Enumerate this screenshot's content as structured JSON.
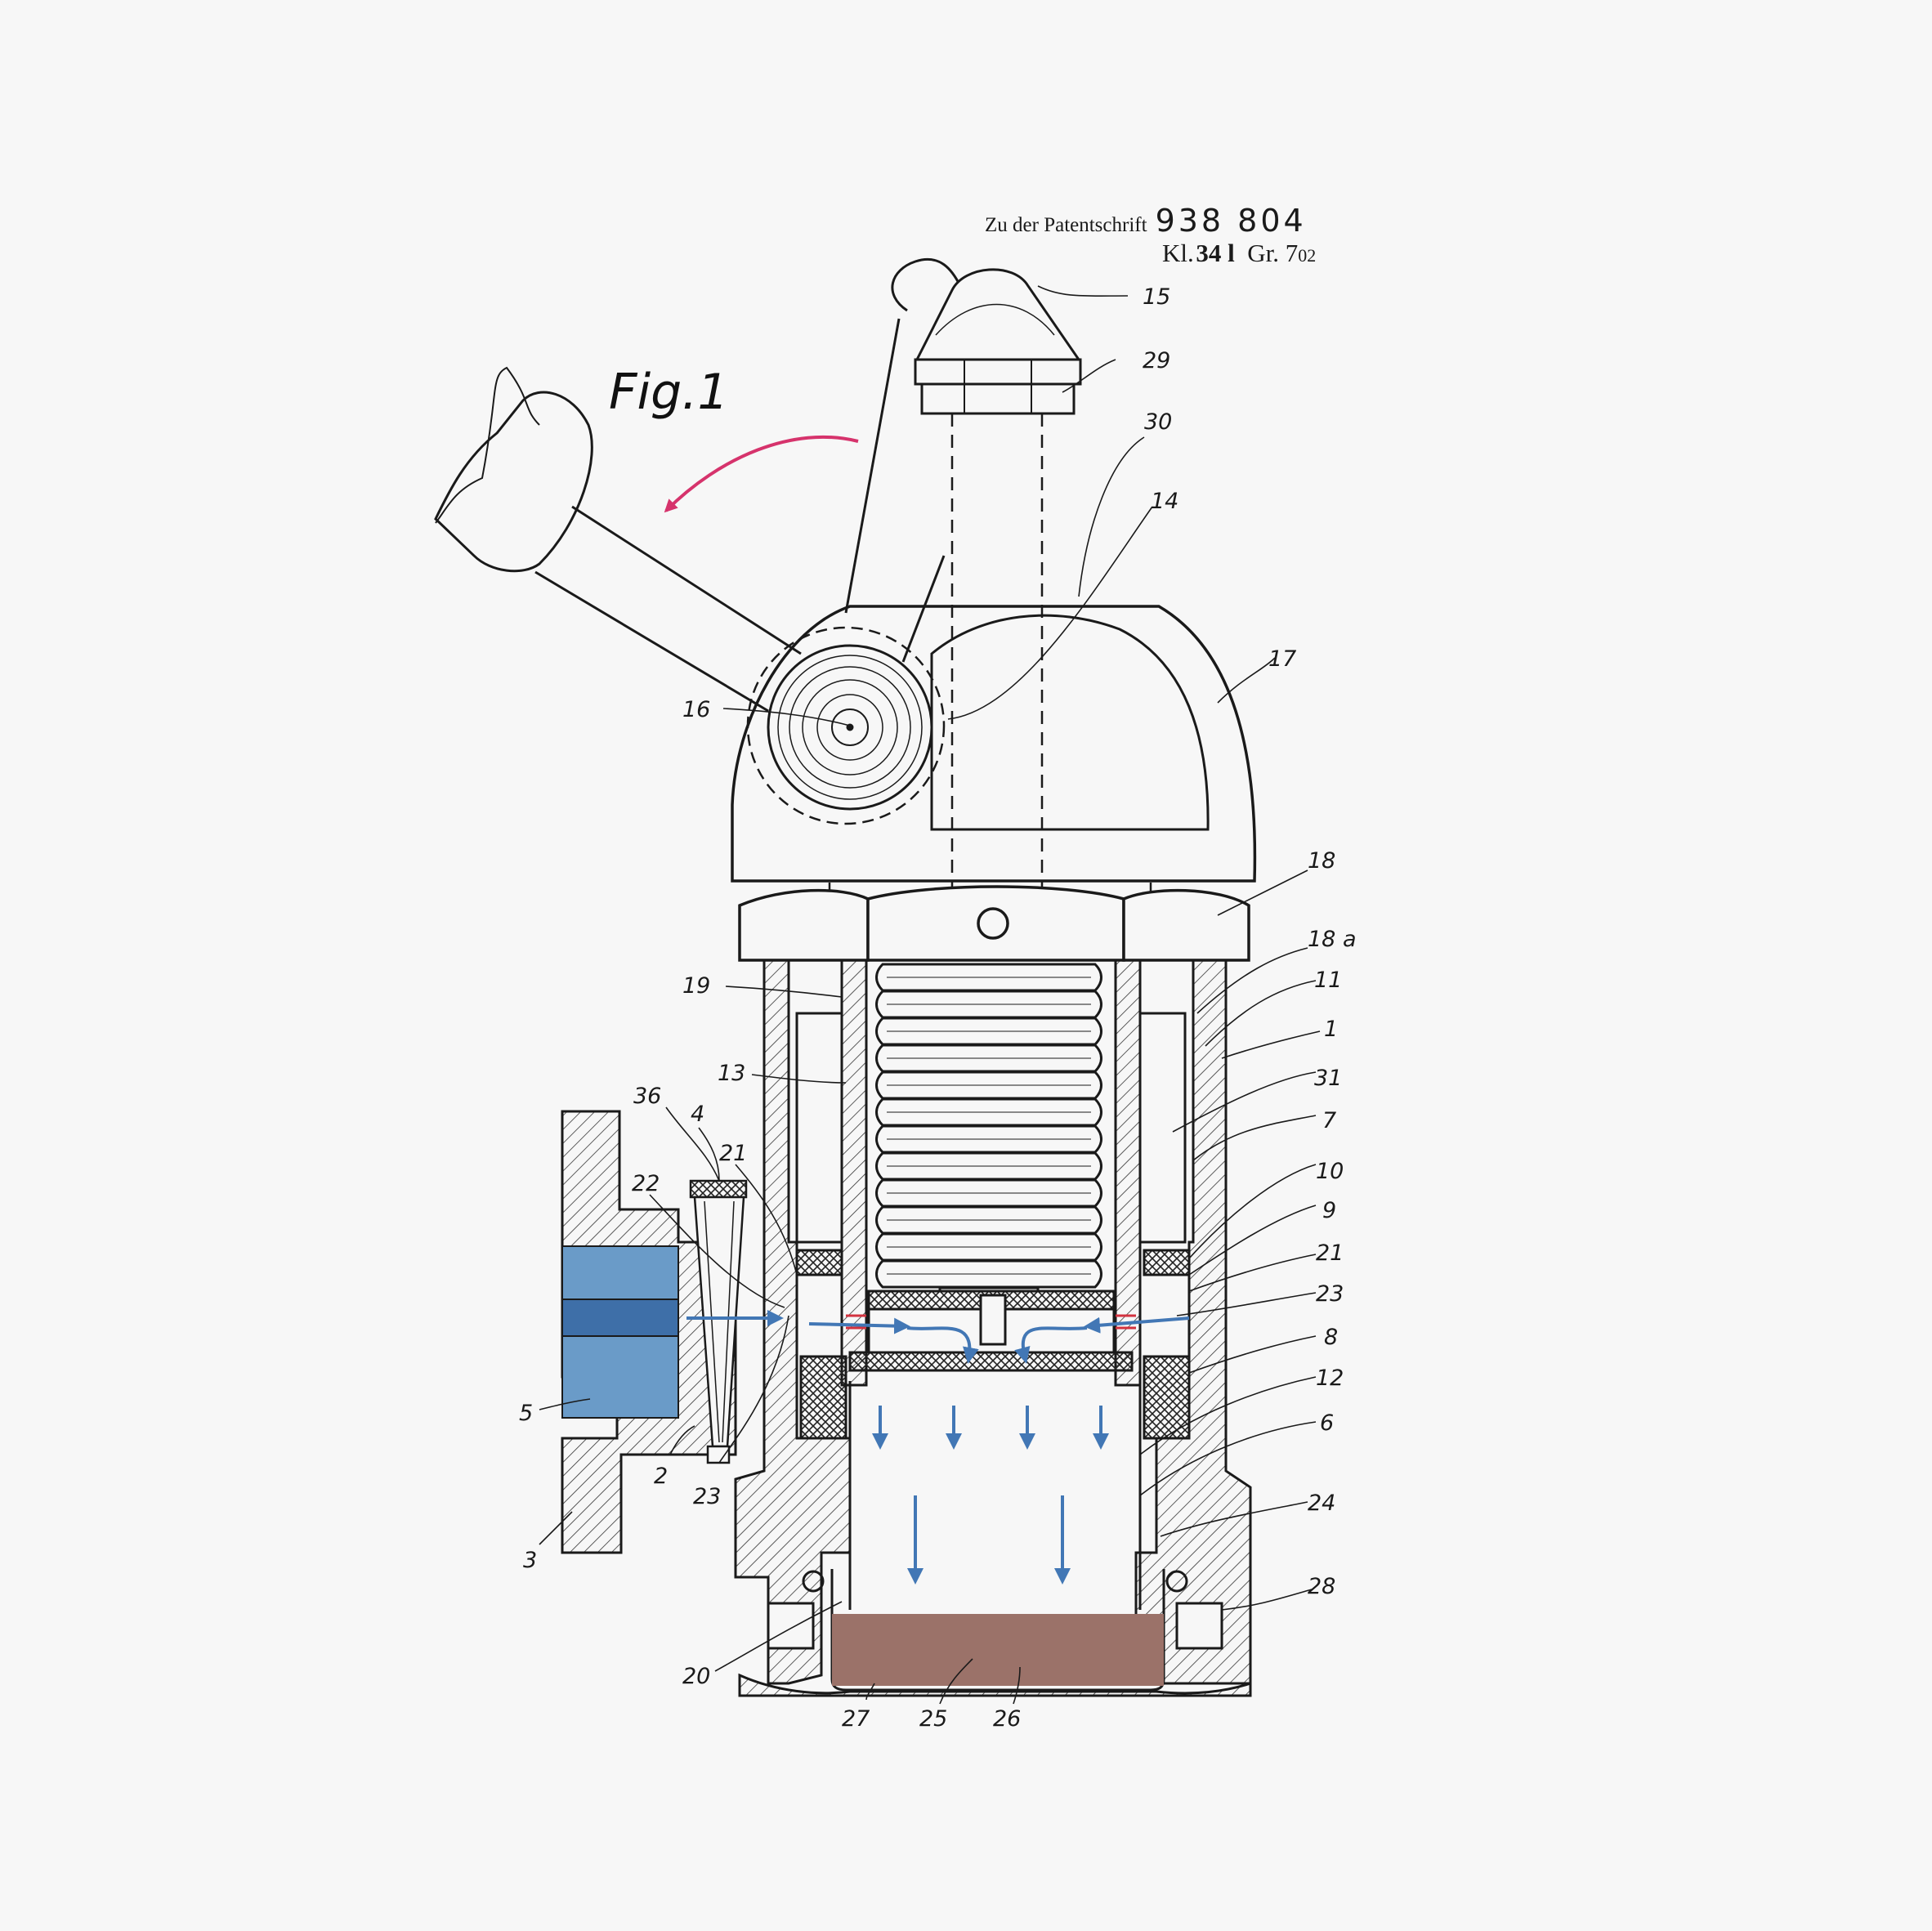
{
  "header": {
    "prefix": "Zu der Patentschrift",
    "patent_number": "938 804",
    "kl_prefix": "Kl.",
    "kl_value": "34 l",
    "gr": "Gr. 7",
    "gr_sub": "02"
  },
  "figure_label": "Fig.1",
  "colors": {
    "inlet_blue": "#6a9bc8",
    "inlet_band": "#3e6fa8",
    "flow_arrow": "#4277b5",
    "rotation_arrow": "#d6336c",
    "sediment": "#9b7269",
    "seal_red": "#d3323f"
  },
  "reference_numerals": {
    "n15": "15",
    "n29": "29",
    "n30": "30",
    "n14": "14",
    "n17": "17",
    "n16": "16",
    "n18": "18",
    "n18a": "18 a",
    "n11": "11",
    "n1": "1",
    "n31": "31",
    "n7": "7",
    "n10": "10",
    "n9": "9",
    "n21r": "21",
    "n23r": "23",
    "n8": "8",
    "n12": "12",
    "n6": "6",
    "n24": "24",
    "n28": "28",
    "n19": "19",
    "n13": "13",
    "n36": "36",
    "n4": "4",
    "n21l": "21",
    "n22": "22",
    "n5": "5",
    "n2": "2",
    "n23l": "23",
    "n3": "3",
    "n20": "20",
    "n27": "27",
    "n25": "25",
    "n26": "26"
  }
}
